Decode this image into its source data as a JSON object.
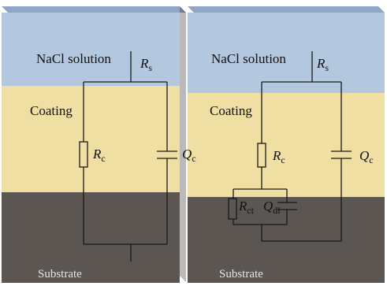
{
  "panels": [
    {
      "electrolyte_label": "NaCl solution",
      "coating_label": "Coating",
      "substrate_label": "Substrate",
      "solution_resistance": {
        "symbol": "R",
        "subscript": "s"
      },
      "coating_resistance": {
        "symbol": "R",
        "subscript": "c"
      },
      "coating_cpe": {
        "symbol": "Q",
        "subscript": "c"
      }
    },
    {
      "electrolyte_label": "NaCl solution",
      "coating_label": "Coating",
      "substrate_label": "Substrate",
      "solution_resistance": {
        "symbol": "R",
        "subscript": "s"
      },
      "coating_resistance": {
        "symbol": "R",
        "subscript": "c"
      },
      "coating_cpe": {
        "symbol": "Q",
        "subscript": "c"
      },
      "charge_transfer_resistance": {
        "symbol": "R",
        "subscript": "ct"
      },
      "double_layer_cpe": {
        "symbol": "Q",
        "subscript": "dl"
      }
    }
  ],
  "colors": {
    "solution": "#b3c8de",
    "coating": "#f0dfa2",
    "substrate": "#5b5651",
    "top_face": "#8fa6c6",
    "wire": "#1a1a1a"
  }
}
